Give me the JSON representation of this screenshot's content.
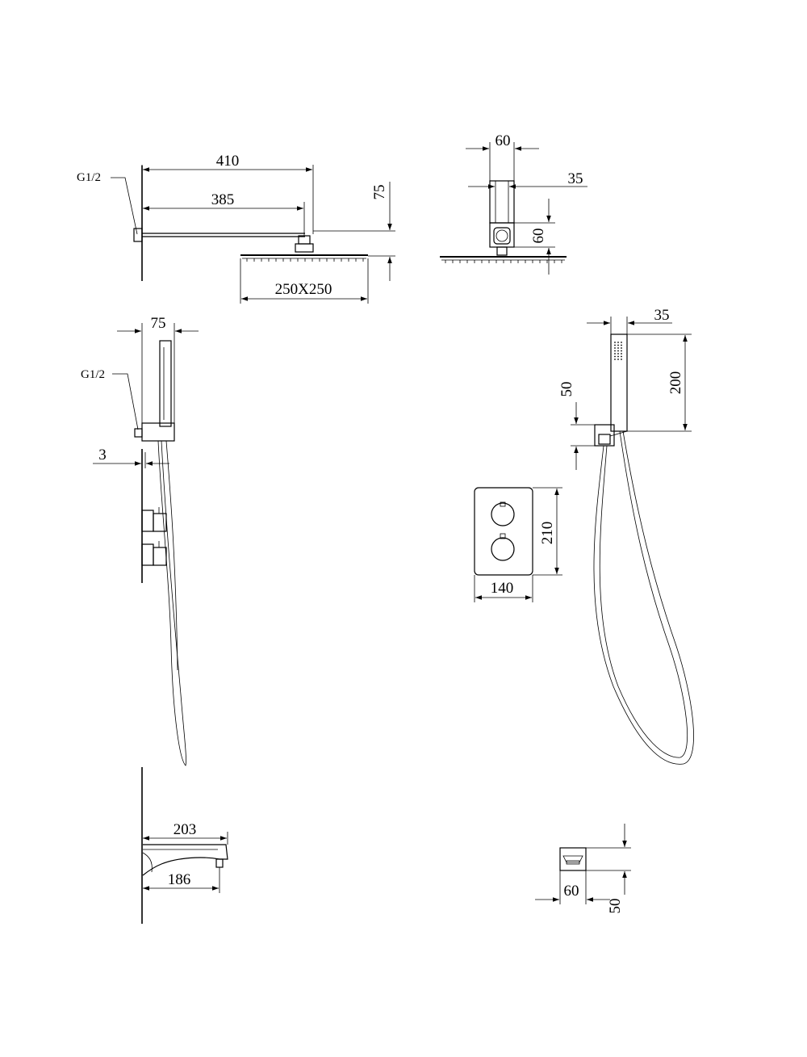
{
  "labels": {
    "rain_arm_total": "410",
    "rain_arm_length": "385",
    "rain_head_height": "75",
    "rain_head_size": "250X250",
    "rain_head_thread": "G1/2",
    "side_width": "60",
    "side_depth": "35",
    "side_height": "60",
    "handheld_depth": "75",
    "handheld_thread": "G1/2",
    "wall_gap": "3",
    "holder_width": "35",
    "holder_height": "200",
    "bracket_height": "50",
    "valve_height": "210",
    "valve_width": "140",
    "spout_length_total": "203",
    "spout_length": "186",
    "spout_width": "60",
    "spout_height": "50"
  }
}
